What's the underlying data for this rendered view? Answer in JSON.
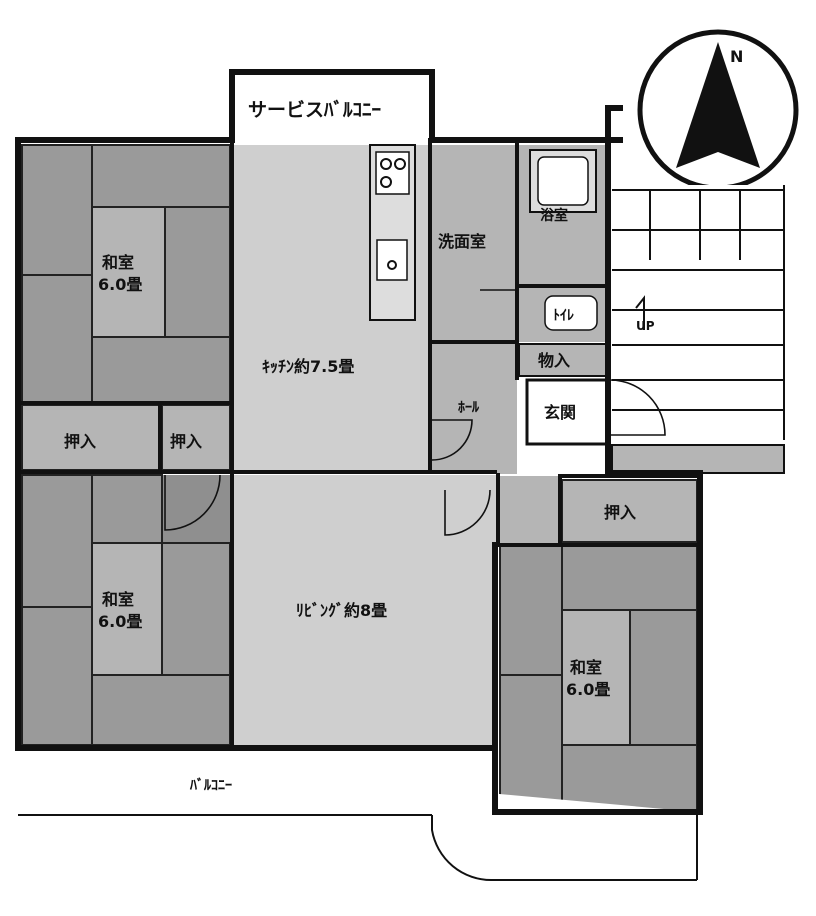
{
  "floor_plan": {
    "compass_label": "N",
    "rooms": {
      "service_balcony": "サービスﾊﾞﾙｺﾆｰ",
      "washroom": "洗面室",
      "bath": "浴室",
      "toilet": "ﾄｲﾚ",
      "storage_closet": "物入",
      "entrance": "玄関",
      "hall": "ﾎｰﾙ",
      "kitchen": "ｷｯﾁﾝ約7.5畳",
      "living": "ﾘﾋﾞﾝｸﾞ約8畳",
      "washitsu_nw_name": "和室",
      "washitsu_nw_size": "6.0畳",
      "washitsu_sw_name": "和室",
      "washitsu_sw_size": "6.0畳",
      "washitsu_se_name": "和室",
      "washitsu_se_size": "6.0畳",
      "closet_left": "押入",
      "closet_mid": "押入",
      "closet_se": "押入",
      "balcony": "ﾊﾞﾙｺﾆｰ",
      "stair_up": "UP"
    }
  }
}
